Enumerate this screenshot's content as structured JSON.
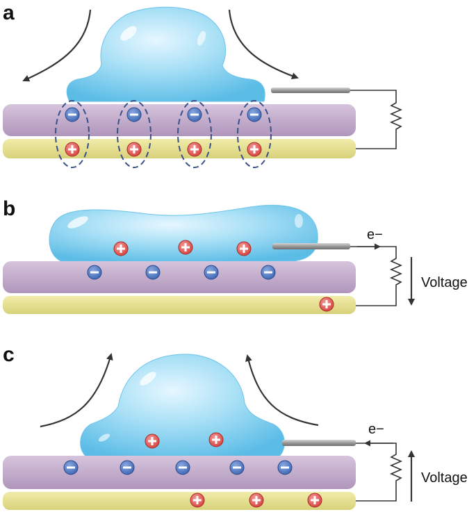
{
  "panels": [
    {
      "label": "a",
      "electron_label": "",
      "voltage_label": ""
    },
    {
      "label": "b",
      "electron_label": "e−",
      "voltage_label": "Voltage"
    },
    {
      "label": "c",
      "electron_label": "e−",
      "voltage_label": "Voltage"
    }
  ],
  "charges": {
    "negative_symbol": "−",
    "positive_symbol": "+"
  },
  "colors": {
    "droplet": "#8fd3f0",
    "dielectric": "#c3aacb",
    "electrode": "#e5df8e",
    "negative": "#3d67b3",
    "positive": "#d8403d",
    "wire": "#333333",
    "dashed": "#3a4f86"
  }
}
